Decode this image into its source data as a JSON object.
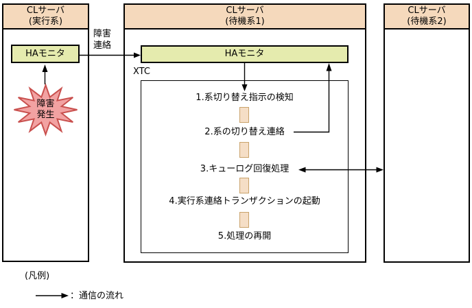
{
  "servers": [
    {
      "name": "CLサーバ",
      "role": "(実行系)"
    },
    {
      "name": "CLサーバ",
      "role": "(待機系1)"
    },
    {
      "name": "CLサーバ",
      "role": "(待機系2)"
    }
  ],
  "ha_monitor_active": "HAモニタ",
  "ha_monitor_standby": "HAモニタ",
  "xtc": "XTC",
  "failure_event": {
    "line1": "障害",
    "line2": "発生"
  },
  "failure_notice": {
    "line1": "障害",
    "line2": "連絡"
  },
  "steps": [
    "1.系切り替え指示の検知",
    "2.系の切り替え連絡",
    "3.キューログ回復処理",
    "4.実行系連絡トランザクションの起動",
    "5.処理の再開"
  ],
  "legend": {
    "title": "(凡例)",
    "flow_label": "：通信の流れ"
  },
  "colors": {
    "header_bg": "#F5D9BC",
    "ha_monitor_bg": "#E5EBAE",
    "connector_bg": "#F5DEC6",
    "connector_border": "#C9A26A",
    "star_fill": "#F2A2A2",
    "star_border": "#C9504E",
    "line": "#000000"
  }
}
